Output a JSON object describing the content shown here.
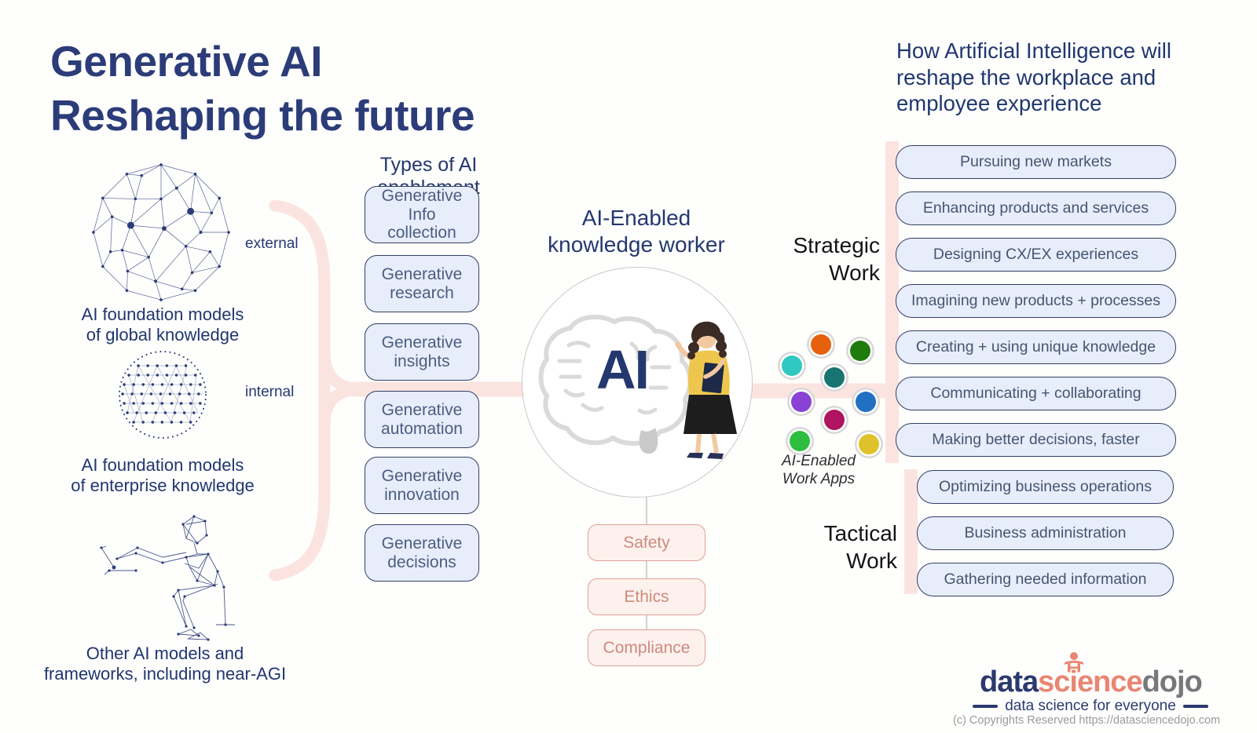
{
  "title": {
    "lines": [
      "Generative AI",
      "Reshaping the future"
    ]
  },
  "left_panel": {
    "items": [
      {
        "tag": "external",
        "caption_lines": [
          "AI foundation models",
          "of global knowledge"
        ]
      },
      {
        "tag": "internal",
        "caption_lines": [
          "AI foundation models",
          "of enterprise knowledge"
        ]
      },
      {
        "tag": "",
        "caption_lines": [
          "Other AI models and",
          "frameworks, including near-AGI"
        ]
      }
    ]
  },
  "enablement": {
    "heading": "Types of AI enablement",
    "items": [
      "Generative Info collection",
      "Generative research",
      "Generative insights",
      "Generative automation",
      "Generative innovation",
      "Generative decisions"
    ]
  },
  "center": {
    "heading_lines": [
      "AI-Enabled",
      "knowledge worker"
    ],
    "brain_label": "AI",
    "governance": [
      "Safety",
      "Ethics",
      "Compliance"
    ]
  },
  "work_apps": {
    "label_lines": [
      "AI-Enabled",
      "Work Apps"
    ],
    "dots": [
      {
        "name": "turquoise",
        "hex": "#2fc9c1"
      },
      {
        "name": "orange",
        "hex": "#e5610e"
      },
      {
        "name": "dark-green",
        "hex": "#1e7c0c"
      },
      {
        "name": "dark-teal",
        "hex": "#187571"
      },
      {
        "name": "purple",
        "hex": "#8a41d6"
      },
      {
        "name": "blue",
        "hex": "#2170c2"
      },
      {
        "name": "crimson",
        "hex": "#b0135f"
      },
      {
        "name": "green",
        "hex": "#2dbe3f"
      },
      {
        "name": "yellow",
        "hex": "#dfc229"
      }
    ]
  },
  "right_panel": {
    "heading_lines": [
      "How Artificial Intelligence will",
      "reshape the workplace and",
      "employee experience"
    ],
    "strategic_label_lines": [
      "Strategic",
      "Work"
    ],
    "tactical_label_lines": [
      "Tactical",
      "Work"
    ],
    "strategic_items": [
      "Pursuing new markets",
      "Enhancing products and services",
      "Designing CX/EX experiences",
      "Imagining new products + processes",
      "Creating + using unique knowledge",
      "Communicating + collaborating",
      "Making better decisions, faster"
    ],
    "tactical_items": [
      "Optimizing business operations",
      "Business administration",
      "Gathering needed information"
    ]
  },
  "footer": {
    "logo": {
      "part1": "data",
      "part2": "science",
      "part3": "dojo"
    },
    "tagline": "data science for everyone",
    "copyright": "(c) Copyrights Reserved  https://datasciencedojo.com"
  },
  "colors": {
    "title_navy": "#2b3c78",
    "navy": "#25386f",
    "box_bg": "#e7edfb",
    "box_border": "#333f63",
    "box_text": "#4a5a79",
    "pink_connector": "#fbe4e0",
    "governance_border": "#e0a093",
    "governance_text": "#cf8a7c",
    "governance_bg": "#fdf1ee",
    "logo_coral": "#e98672",
    "logo_gray": "#77787b"
  }
}
